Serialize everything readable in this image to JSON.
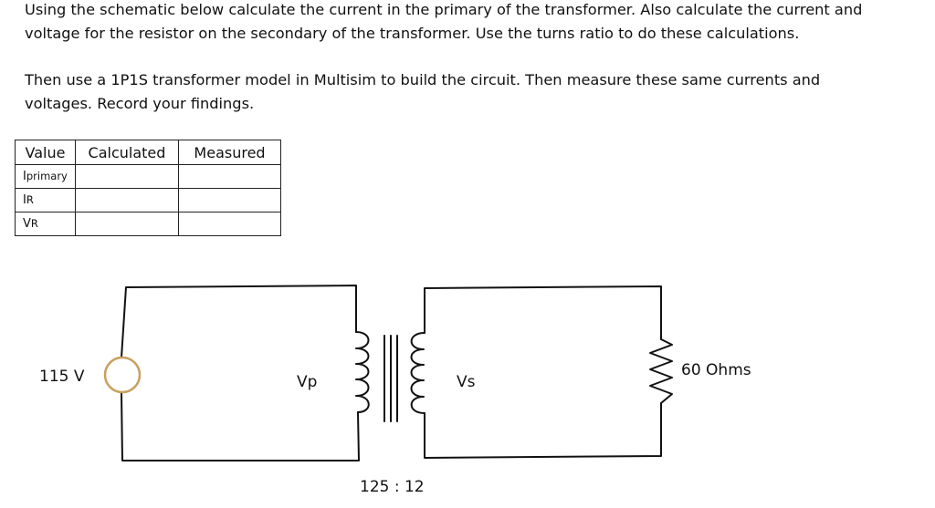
{
  "instructions": {
    "paragraph1_line1": "Using the schematic below calculate the current in the primary of the transformer.  Also calculate the current and",
    "paragraph1_line2": "voltage for the resistor on the secondary of the transformer. Use the turns ratio to do these calculations.",
    "paragraph2_line1": "Then use a 1P1S transformer model in Multisim to build the circuit. Then measure these same currents and",
    "paragraph2_line2": "voltages. Record your findings."
  },
  "table": {
    "headers": [
      "Value",
      "Calculated",
      "Measured"
    ],
    "rows": [
      {
        "label_main": "I",
        "label_sub": "primary",
        "calculated": "",
        "measured": ""
      },
      {
        "label_main": "I",
        "label_sub": "R",
        "calculated": "",
        "measured": ""
      },
      {
        "label_main": "V",
        "label_sub": "R",
        "calculated": "",
        "measured": ""
      }
    ]
  },
  "schematic": {
    "source_voltage": "115 V",
    "primary_voltage_label": "Vp",
    "secondary_voltage_label": "Vs",
    "resistor_label": "60 Ohms",
    "turns_ratio": "125 : 12"
  }
}
